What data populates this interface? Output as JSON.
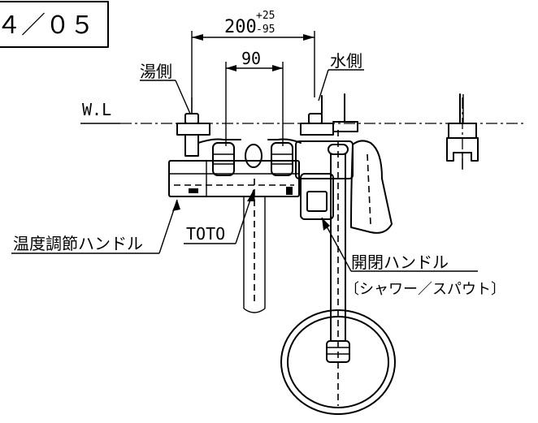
{
  "drawing": {
    "page_box": "４／０５",
    "dimension_outer": "200",
    "dimension_tol_plus": "+25",
    "dimension_tol_minus": "-95",
    "dimension_inner": "90",
    "label_hot_side": "湯側",
    "label_cold_side": "水側",
    "label_water_level": "W.L",
    "label_temp_handle": "温度調節ハンドル",
    "label_brand": "TOTO",
    "label_switch_handle": "開閉ハンドル",
    "label_switch_sub": "〔シャワー／スパウト〕"
  }
}
